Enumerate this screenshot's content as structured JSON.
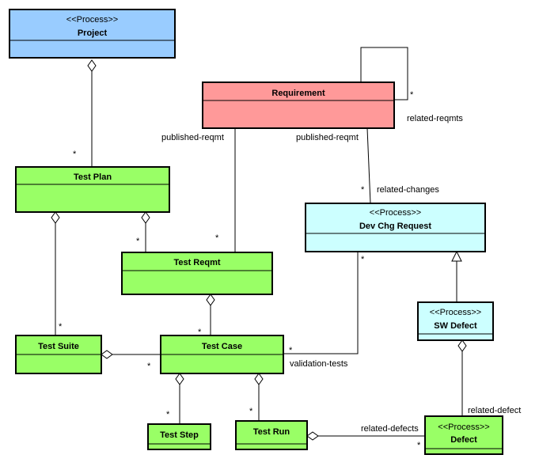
{
  "colors": {
    "process_blue": "#99CCFF",
    "test_green": "#99FF66",
    "requirement_red": "#FF9999",
    "devchg_cyan": "#CCFFFF"
  },
  "classes": {
    "project": {
      "stereotype": "<<Process>>",
      "name": "Project"
    },
    "requirement": {
      "name": "Requirement"
    },
    "test_plan": {
      "name": "Test Plan"
    },
    "test_reqmt": {
      "name": "Test Reqmt"
    },
    "dev_chg_request": {
      "stereotype": "<<Process>>",
      "name": "Dev Chg Request"
    },
    "sw_defect": {
      "stereotype": "<<Process>>",
      "name": "SW Defect"
    },
    "test_suite": {
      "name": "Test Suite"
    },
    "test_case": {
      "name": "Test Case"
    },
    "test_step": {
      "name": "Test Step"
    },
    "test_run": {
      "name": "Test Run"
    },
    "defect": {
      "stereotype": "<<Process>>",
      "name": "Defect"
    }
  },
  "labels": {
    "related_reqmts": "related-reqmts",
    "published_reqmt_left": "published-reqmt",
    "published_reqmt_right": "published-reqmt",
    "related_changes": "related-changes",
    "validation_tests": "validation-tests",
    "related_defects": "related-defects",
    "related_defect": "related-defect"
  },
  "multiplicity": "*"
}
